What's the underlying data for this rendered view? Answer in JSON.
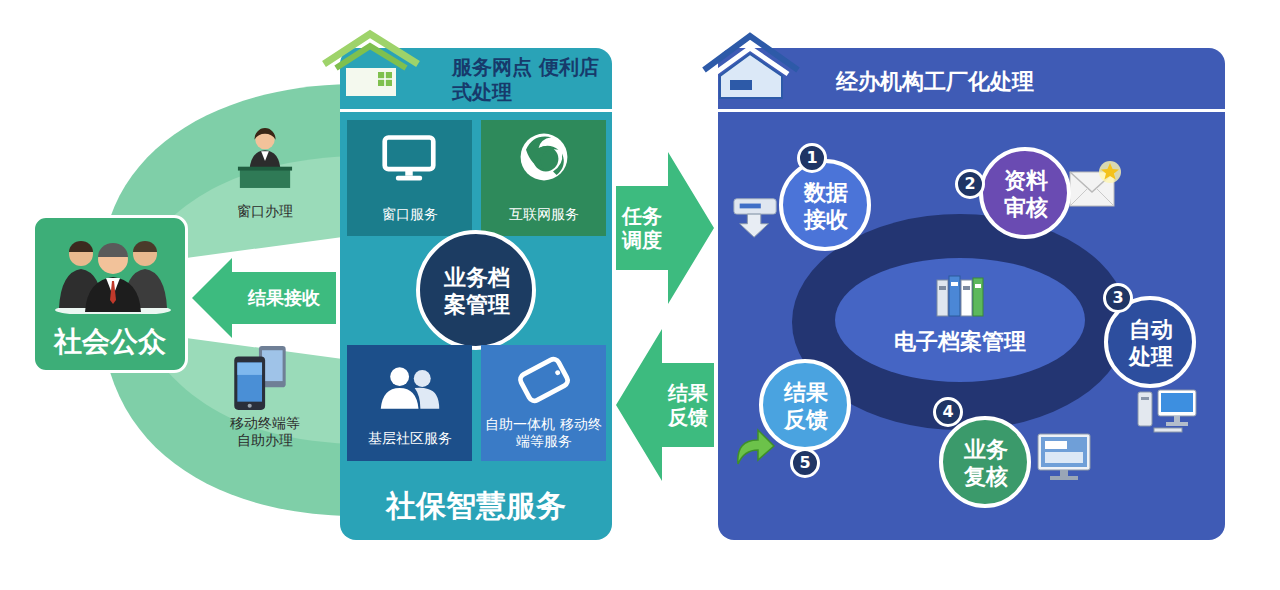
{
  "diagram": {
    "nodes": [
      {
        "text": [
          "社会公众"
        ]
      },
      {
        "text": [
          "服务网点 便利店式处理",
          "社保智慧服务"
        ]
      },
      {
        "text": [
          "窗口服务"
        ],
        "in": 1
      },
      {
        "text": [
          "互联网服务"
        ],
        "in": 1
      },
      {
        "text": [
          "业务档案管理"
        ],
        "in": 1
      },
      {
        "text": [
          "基层社区服务"
        ],
        "in": 1
      },
      {
        "text": [
          "自助一体机 移动终端等服务"
        ],
        "in": 1
      },
      {
        "text": [
          "经办机构工厂化处理"
        ]
      },
      {
        "text": [
          "数据接收"
        ],
        "in": 7
      },
      {
        "text": [
          "资料审核"
        ],
        "in": 7
      },
      {
        "text": [
          "电子档案管理"
        ],
        "in": 7
      },
      {
        "text": [
          "自动处理"
        ],
        "in": 7
      },
      {
        "text": [
          "结果反馈"
        ],
        "in": 7
      },
      {
        "text": [
          "业务复核"
        ],
        "in": 7
      }
    ],
    "edges": [
      {
        "from": 1,
        "to": 0,
        "label": "结果接收",
        "arrow": "to"
      },
      {
        "from": 1,
        "to": 7,
        "label": "任务调度",
        "arrow": "to"
      },
      {
        "from": 7,
        "to": 1,
        "label": "结果反馈",
        "arrow": "to"
      }
    ],
    "labels": [
      "窗口办理",
      "移动终端等 自助办理",
      "1",
      "2",
      "3",
      "4",
      "5"
    ]
  }
}
